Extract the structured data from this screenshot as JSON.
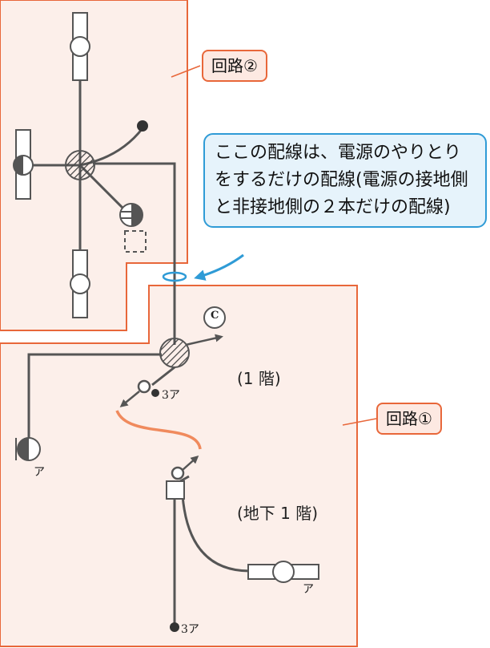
{
  "labels": {
    "circuit2": "回路②",
    "circuit1": "回路①",
    "note": "ここの配線は、電源のやりとりをするだけの配線(電源の接地側と非接地側の２本だけの配線)",
    "floor1": "(1 階)",
    "basement1": "(地下 1 階)",
    "switch_3way_1": "3ア",
    "switch_3way_2": "3ア",
    "outlet_a1": "ア",
    "outlet_a2": "ア",
    "switch_c": "C"
  },
  "colors": {
    "region_border": "#e8673a",
    "region_fill": "#fcefea",
    "callout_orange": "#e8673a",
    "callout_blue": "#2f9bd6",
    "wire": "#555555",
    "orange_wire": "#f08a5d"
  }
}
